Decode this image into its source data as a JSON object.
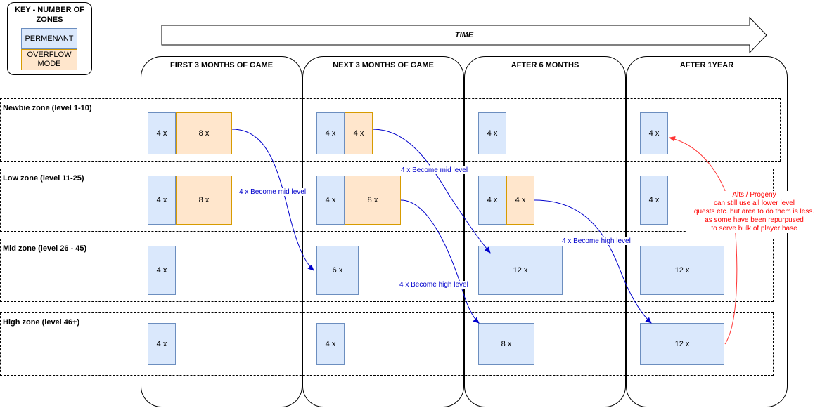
{
  "key": {
    "title": "KEY - NUMBER OF ZONES",
    "permanent_label": "PERMENANT",
    "overflow_label": "OVERFLOW MODE"
  },
  "time_label": "TIME",
  "phases": [
    "FIRST 3 MONTHS OF GAME",
    "NEXT 3 MONTHS OF GAME",
    "AFTER 6 MONTHS",
    "AFTER 1YEAR"
  ],
  "zones": [
    "Newbie zone (level 1-10)",
    "Low zone (level 11-25)",
    "Mid zone (level 26 - 45)",
    "High zone (level 46+)"
  ],
  "boxes": {
    "p1_newbie_perm": "4 x",
    "p1_newbie_over": "8 x",
    "p1_low_perm": "4 x",
    "p1_low_over": "8 x",
    "p1_mid_perm": "4 x",
    "p1_high_perm": "4 x",
    "p2_newbie_perm": "4 x",
    "p2_newbie_over": "4 x",
    "p2_low_perm": "4 x",
    "p2_low_over": "8 x",
    "p2_mid_perm": "6 x",
    "p2_high_perm": "4 x",
    "p3_newbie_perm": "4 x",
    "p3_low_perm": "4 x",
    "p3_low_over": "4 x",
    "p3_mid_perm": "12 x",
    "p3_high_perm": "8 x",
    "p4_newbie_perm": "4 x",
    "p4_low_perm": "4 x",
    "p4_mid_perm": "12 x",
    "p4_high_perm": "12 x"
  },
  "arrow_labels": {
    "a1": "4 x Become mid level",
    "a2": "4 x Become mid level",
    "a3": "4 x Become high level",
    "a4": "4 x Become high level"
  },
  "alts_note": [
    "Alts / Progeny",
    "can still use all lower level",
    "quests etc. but area to do them is less.",
    "as some have been repurpused",
    "to serve bulk of player base"
  ],
  "colors": {
    "permanent_fill": "#dae8fc",
    "permanent_stroke": "#6c8ebf",
    "overflow_fill": "#ffe6cc",
    "overflow_stroke": "#d79b00",
    "progression_arrow": "#0000cc",
    "alts_arrow": "#ff3333"
  }
}
